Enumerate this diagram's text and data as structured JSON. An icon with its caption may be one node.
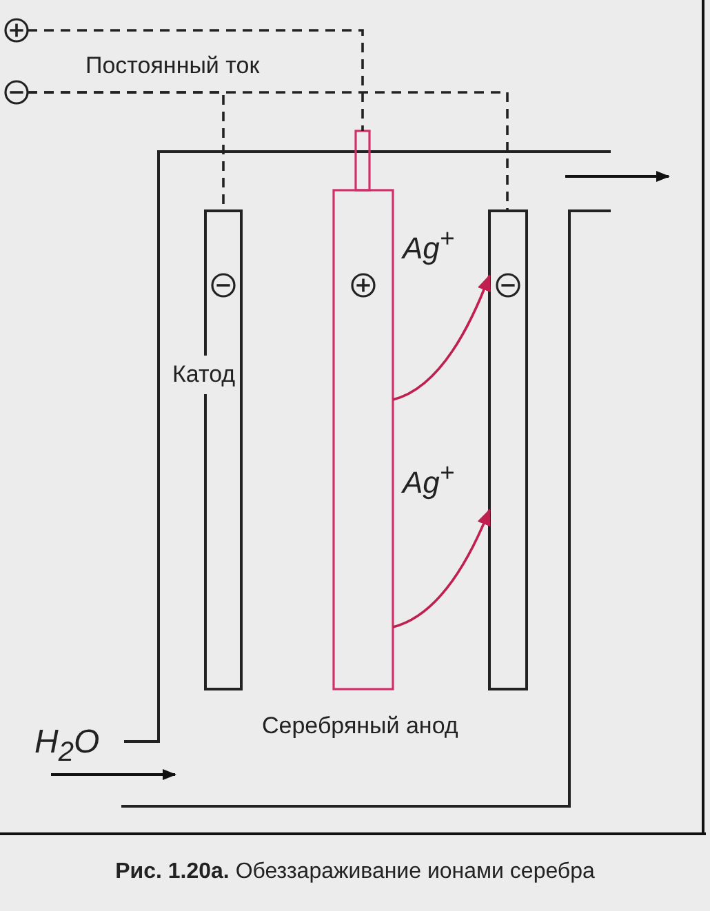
{
  "diagram": {
    "caption": "**Рис. 1.20а.** Обеззараживание ионами серебра",
    "nodes": [
      {
        "text": [],
        "shape": "circle"
      },
      {
        "text": [],
        "shape": "circle"
      },
      {
        "text": [],
        "shape": "bar",
        "beside": [
          "Катод"
        ]
      },
      {
        "text": [],
        "shape": "bar",
        "beside": [
          "Серебряный анод"
        ]
      },
      {
        "text": [],
        "shape": "bar"
      }
    ],
    "edges": [
      {
        "from": 0,
        "to": 3,
        "arrow": "none",
        "style": "dashed"
      },
      {
        "from": 1,
        "to": 2,
        "arrow": "none",
        "style": "dashed"
      },
      {
        "from": 1,
        "to": 4,
        "arrow": "none",
        "style": "dashed"
      },
      {
        "from": 3,
        "to": 4,
        "arrow": "to",
        "label": "Ag$^{+}$",
        "color": "#c0204f"
      },
      {
        "from": 3,
        "to": 4,
        "arrow": "to",
        "label": "Ag$^{+}$",
        "color": "#c0204f"
      }
    ],
    "labels": [
      "Постоянный ток",
      "H$_{2}$O"
    ]
  }
}
